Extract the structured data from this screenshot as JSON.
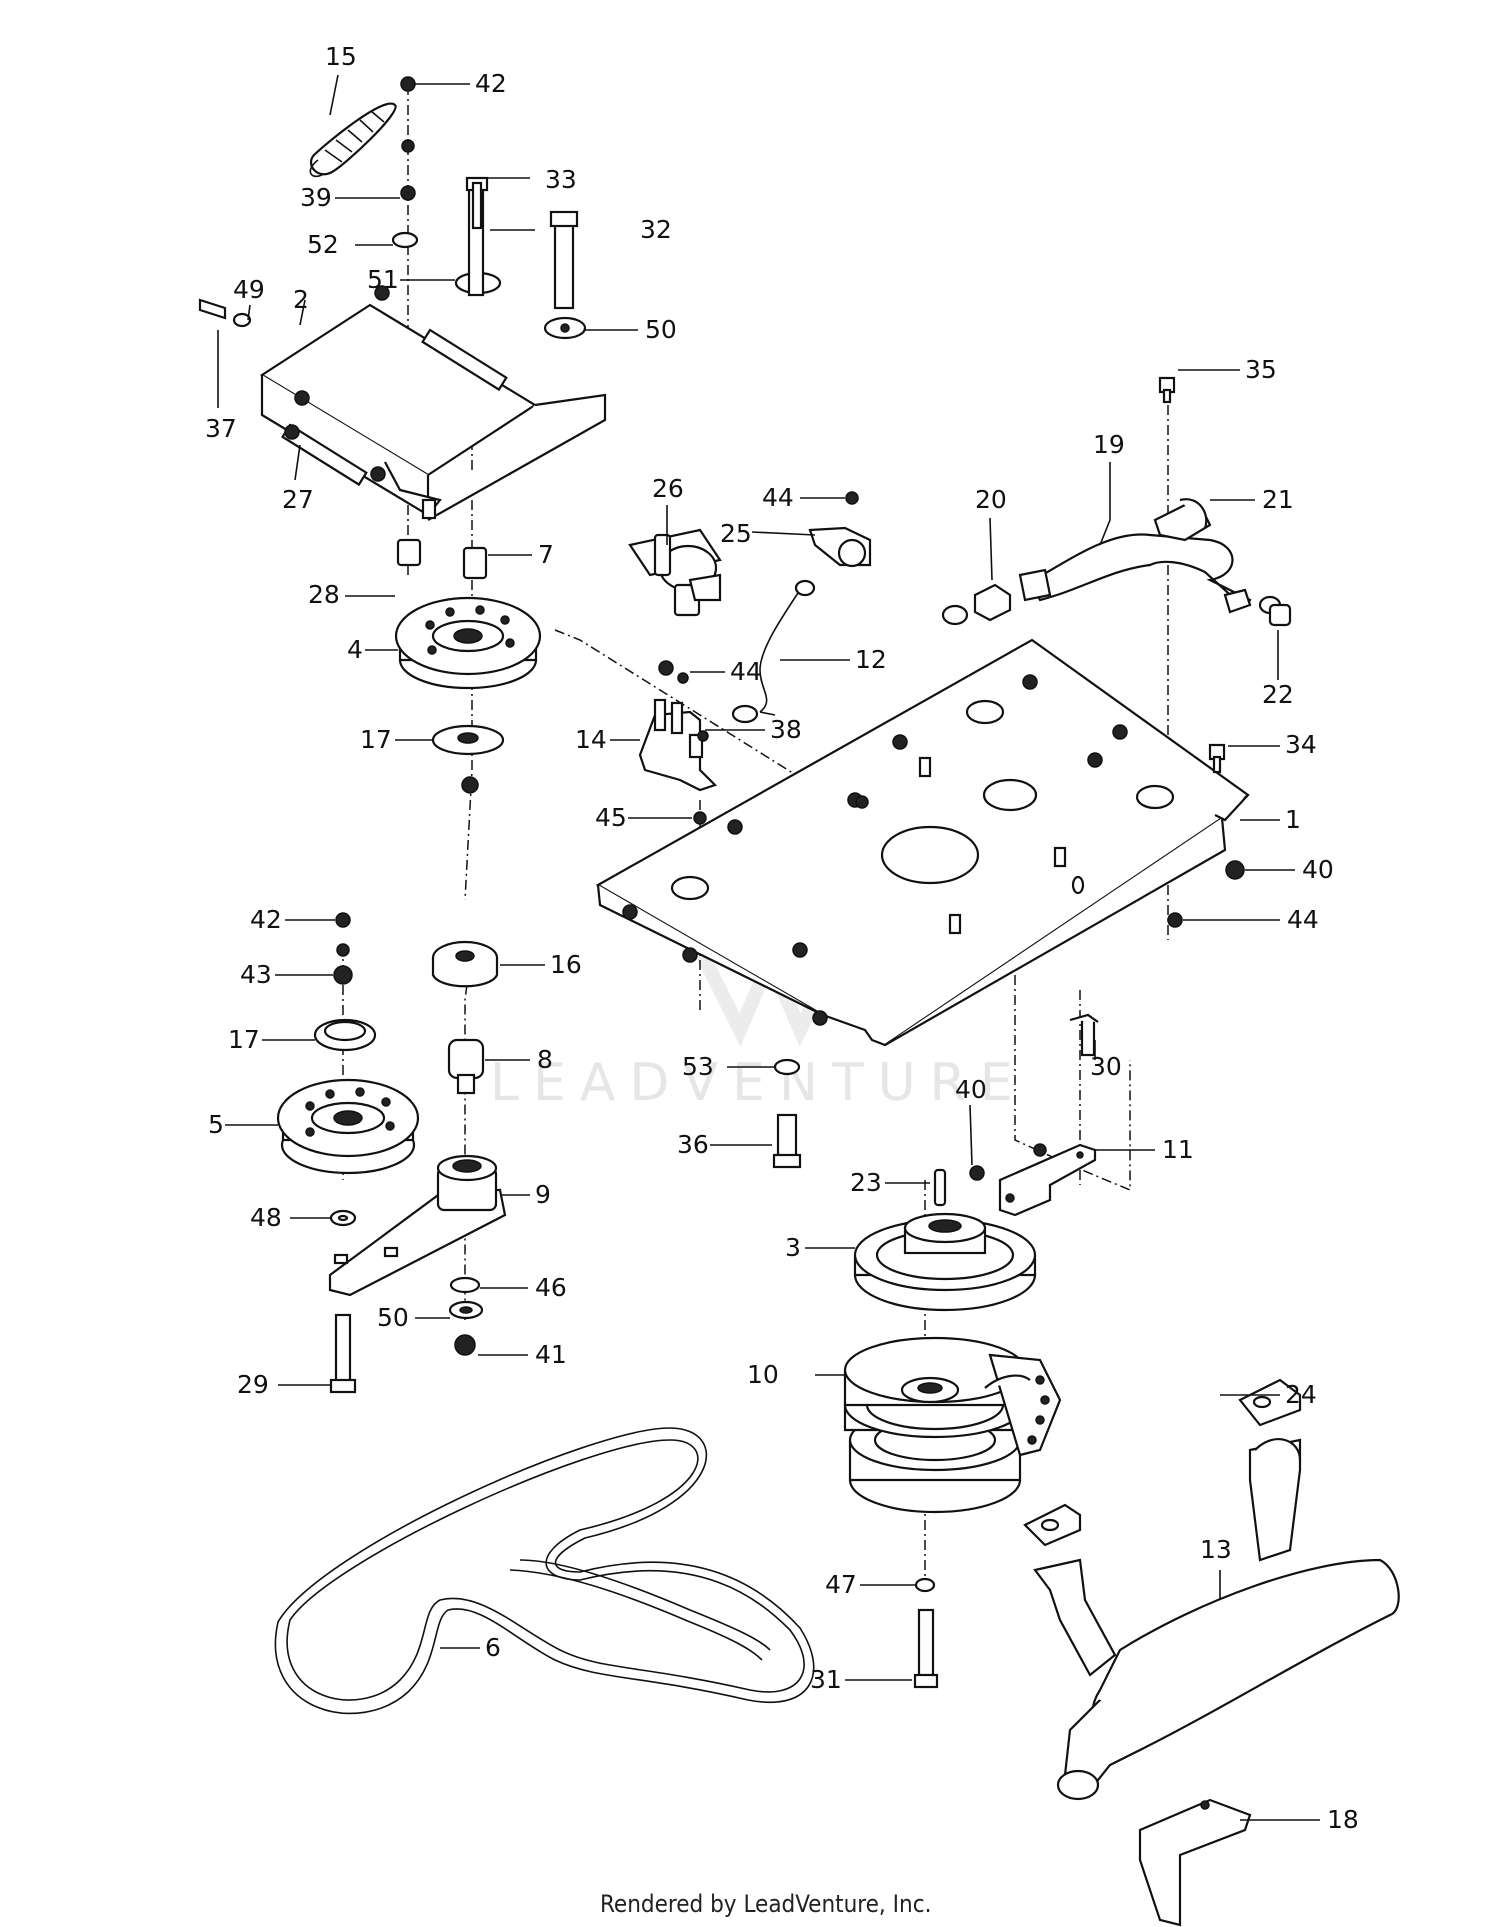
{
  "labels": {
    "p1": "1",
    "p2": "2",
    "p3": "3",
    "p4": "4",
    "p5": "5",
    "p6": "6",
    "p7": "7",
    "p8": "8",
    "p9": "9",
    "p10": "10",
    "p11": "11",
    "p12": "12",
    "p13": "13",
    "p14": "14",
    "p15": "15",
    "p16": "16",
    "p17a": "17",
    "p17b": "17",
    "p18": "18",
    "p19": "19",
    "p20": "20",
    "p21": "21",
    "p22": "22",
    "p23": "23",
    "p24": "24",
    "p25": "25",
    "p26": "26",
    "p27": "27",
    "p28": "28",
    "p29": "29",
    "p30": "30",
    "p31": "31",
    "p32": "32",
    "p33": "33",
    "p34": "34",
    "p35": "35",
    "p36": "36",
    "p37": "37",
    "p38": "38",
    "p39": "39",
    "p40a": "40",
    "p40b": "40",
    "p41": "41",
    "p42a": "42",
    "p42b": "42",
    "p43": "43",
    "p44a": "44",
    "p44b": "44",
    "p44c": "44",
    "p45": "45",
    "p46": "46",
    "p47": "47",
    "p48": "48",
    "p49": "49",
    "p50a": "50",
    "p50b": "50",
    "p51": "51",
    "p52": "52",
    "p53": "53"
  },
  "watermark": "LEADVENTURE",
  "footer": "Rendered by LeadVenture, Inc."
}
